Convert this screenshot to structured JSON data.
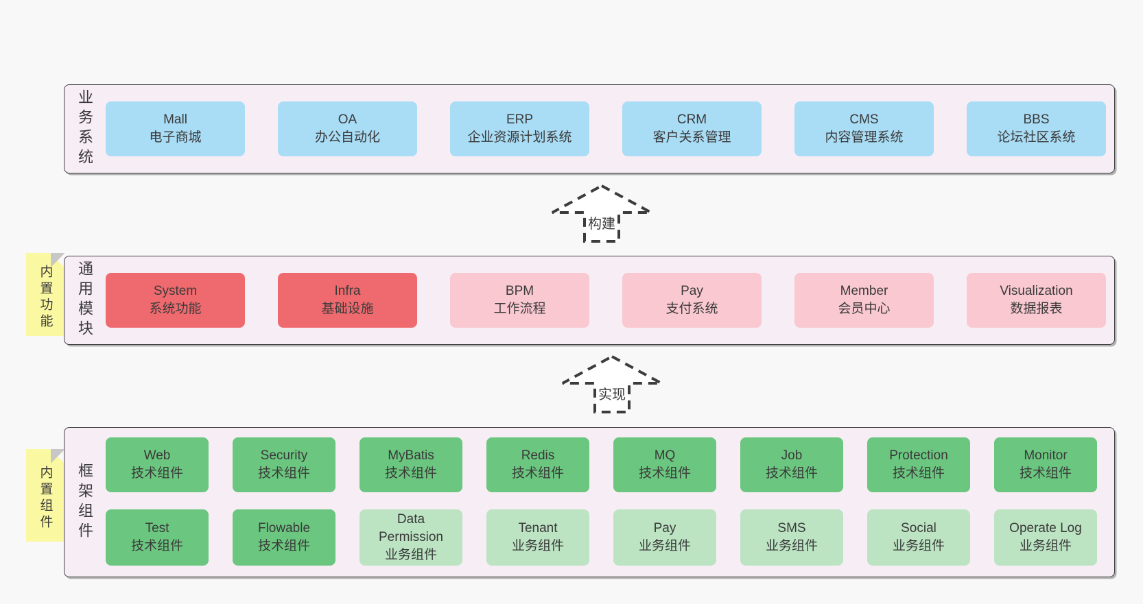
{
  "palette": {
    "page_bg": "#f8f8f8",
    "band_bg": "#f7edf5",
    "border": "#424242",
    "text": "#3a3a3a",
    "blue": "#a9dcf5",
    "red": "#ef6a6e",
    "pink": "#f9c8d1",
    "green": "#6bc67f",
    "light_green": "#bce4c3",
    "yellow": "#faf8a0"
  },
  "bands": [
    {
      "id": "business-systems",
      "label": "业务系统",
      "sticky": null,
      "boxes": [
        {
          "name": "Mall",
          "desc": "电子商城",
          "color": "blue"
        },
        {
          "name": "OA",
          "desc": "办公自动化",
          "color": "blue"
        },
        {
          "name": "ERP",
          "desc": "企业资源计划系统",
          "color": "blue"
        },
        {
          "name": "CRM",
          "desc": "客户关系管理",
          "color": "blue"
        },
        {
          "name": "CMS",
          "desc": "内容管理系统",
          "color": "blue"
        },
        {
          "name": "BBS",
          "desc": "论坛社区系统",
          "color": "blue"
        }
      ]
    },
    {
      "id": "common-modules",
      "label": "通用模块",
      "sticky": "内置功能",
      "boxes": [
        {
          "name": "System",
          "desc": "系统功能",
          "color": "red"
        },
        {
          "name": "Infra",
          "desc": "基础设施",
          "color": "red"
        },
        {
          "name": "BPM",
          "desc": "工作流程",
          "color": "pink"
        },
        {
          "name": "Pay",
          "desc": "支付系统",
          "color": "pink"
        },
        {
          "name": "Member",
          "desc": "会员中心",
          "color": "pink"
        },
        {
          "name": "Visualization",
          "desc": "数据报表",
          "color": "pink"
        }
      ]
    },
    {
      "id": "framework-components",
      "label": "框架组件",
      "sticky": "内置组件",
      "boxes": [
        {
          "name": "Web",
          "desc": "技术组件",
          "color": "green"
        },
        {
          "name": "Security",
          "desc": "技术组件",
          "color": "green"
        },
        {
          "name": "MyBatis",
          "desc": "技术组件",
          "color": "green"
        },
        {
          "name": "Redis",
          "desc": "技术组件",
          "color": "green"
        },
        {
          "name": "MQ",
          "desc": "技术组件",
          "color": "green"
        },
        {
          "name": "Job",
          "desc": "技术组件",
          "color": "green"
        },
        {
          "name": "Protection",
          "desc": "技术组件",
          "color": "green"
        },
        {
          "name": "Monitor",
          "desc": "技术组件",
          "color": "green"
        },
        {
          "name": "Test",
          "desc": "技术组件",
          "color": "green"
        },
        {
          "name": "Flowable",
          "desc": "技术组件",
          "color": "green"
        },
        {
          "name": "Data Permission",
          "desc": "业务组件",
          "color": "light_green"
        },
        {
          "name": "Tenant",
          "desc": "业务组件",
          "color": "light_green"
        },
        {
          "name": "Pay",
          "desc": "业务组件",
          "color": "light_green"
        },
        {
          "name": "SMS",
          "desc": "业务组件",
          "color": "light_green"
        },
        {
          "name": "Social",
          "desc": "业务组件",
          "color": "light_green"
        },
        {
          "name": "Operate Log",
          "desc": "业务组件",
          "color": "light_green"
        }
      ]
    }
  ],
  "arrows": [
    {
      "label": "构建"
    },
    {
      "label": "实现"
    }
  ]
}
